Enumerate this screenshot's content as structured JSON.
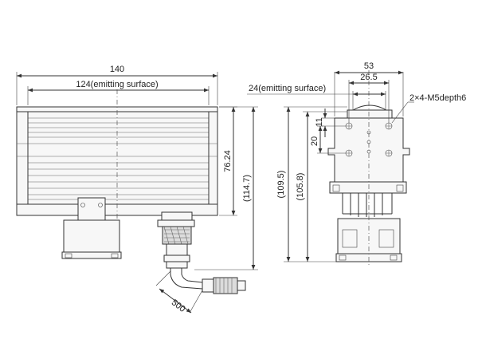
{
  "labels": {
    "width_140": "140",
    "emit_124": "124(emitting surface)",
    "height_7624": "76.24",
    "height_1147": "(114.7)",
    "cable_500": "500",
    "width_53": "53",
    "width_265": "26.5",
    "emit_24": "24(emitting surface)",
    "thread": "2×4-M5depth6",
    "dim_11": "11",
    "dim_20": "20",
    "height_1095": "(109.5)",
    "height_1058": "(105.8)"
  }
}
